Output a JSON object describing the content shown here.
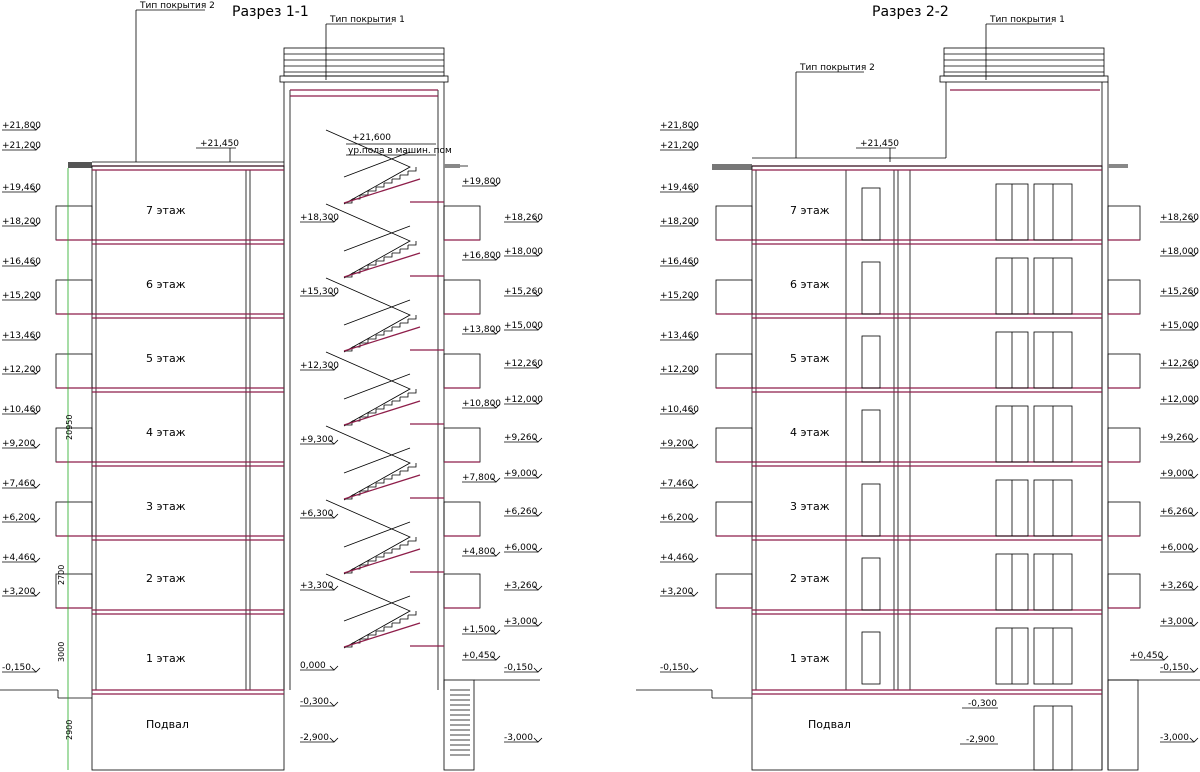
{
  "section1": {
    "title": "Разрез 1-1",
    "roof_type_1": "Тип покрытия 1",
    "roof_type_2": "Тип покрытия 2",
    "machine_room_level": "+21,600",
    "machine_room_note": "ур.пола в машин. пом",
    "roof_level": "+21,450",
    "floors": [
      "7 этаж",
      "6 этаж",
      "5 этаж",
      "4 этаж",
      "3 этаж",
      "2 этаж",
      "1 этаж",
      "Подвал"
    ],
    "left_levels": [
      "+21,800",
      "+21,200",
      "+19,460",
      "+18,200",
      "+16,460",
      "+15,200",
      "+13,460",
      "+12,200",
      "+10,460",
      "+9,200",
      "+7,460",
      "+6,200",
      "+4,460",
      "+3,200",
      "-0,150"
    ],
    "inner_levels": [
      "+18,300",
      "+15,300",
      "+12,300",
      "+9,300",
      "+6,300",
      "+3,300",
      "0,000",
      "-0,300",
      "-2,900"
    ],
    "stair_levels": [
      "+19,800",
      "+16,800",
      "+13,800",
      "+10,800",
      "+7,800",
      "+4,800",
      "+1,500",
      "+0,450"
    ],
    "right_levels": [
      "+18,260",
      "+18,000",
      "+15,260",
      "+15,000",
      "+12,260",
      "+12,000",
      "+9,260",
      "+9,000",
      "+6,260",
      "+6,000",
      "+3,260",
      "+3,000",
      "-0,150",
      "-3,000"
    ],
    "dimensions": [
      "20950",
      "2700",
      "3000",
      "2900"
    ]
  },
  "section2": {
    "title": "Разрез 2-2",
    "roof_type_1": "Тип покрытия 1",
    "roof_type_2": "Тип покрытия 2",
    "roof_level": "+21,450",
    "floors": [
      "7 этаж",
      "6 этаж",
      "5 этаж",
      "4 этаж",
      "3 этаж",
      "2 этаж",
      "1 этаж",
      "Подвал"
    ],
    "left_levels": [
      "+21,800",
      "+21,200",
      "+19,460",
      "+18,200",
      "+16,460",
      "+15,200",
      "+13,460",
      "+12,200",
      "+10,460",
      "+9,200",
      "+7,460",
      "+6,200",
      "+4,460",
      "+3,200",
      "-0,150"
    ],
    "inner_levels": [
      "-0,300",
      "-2,900"
    ],
    "right_levels": [
      "+18,260",
      "+18,000",
      "+15,260",
      "+15,000",
      "+12,260",
      "+12,000",
      "+9,260",
      "+9,000",
      "+6,260",
      "+6,000",
      "+3,260",
      "+3,000",
      "+0,450",
      "-0,150",
      "-3,000"
    ]
  },
  "colors": {
    "slab": "#8e1e4a",
    "line": "#000000",
    "dim_line": "#22aa22"
  }
}
